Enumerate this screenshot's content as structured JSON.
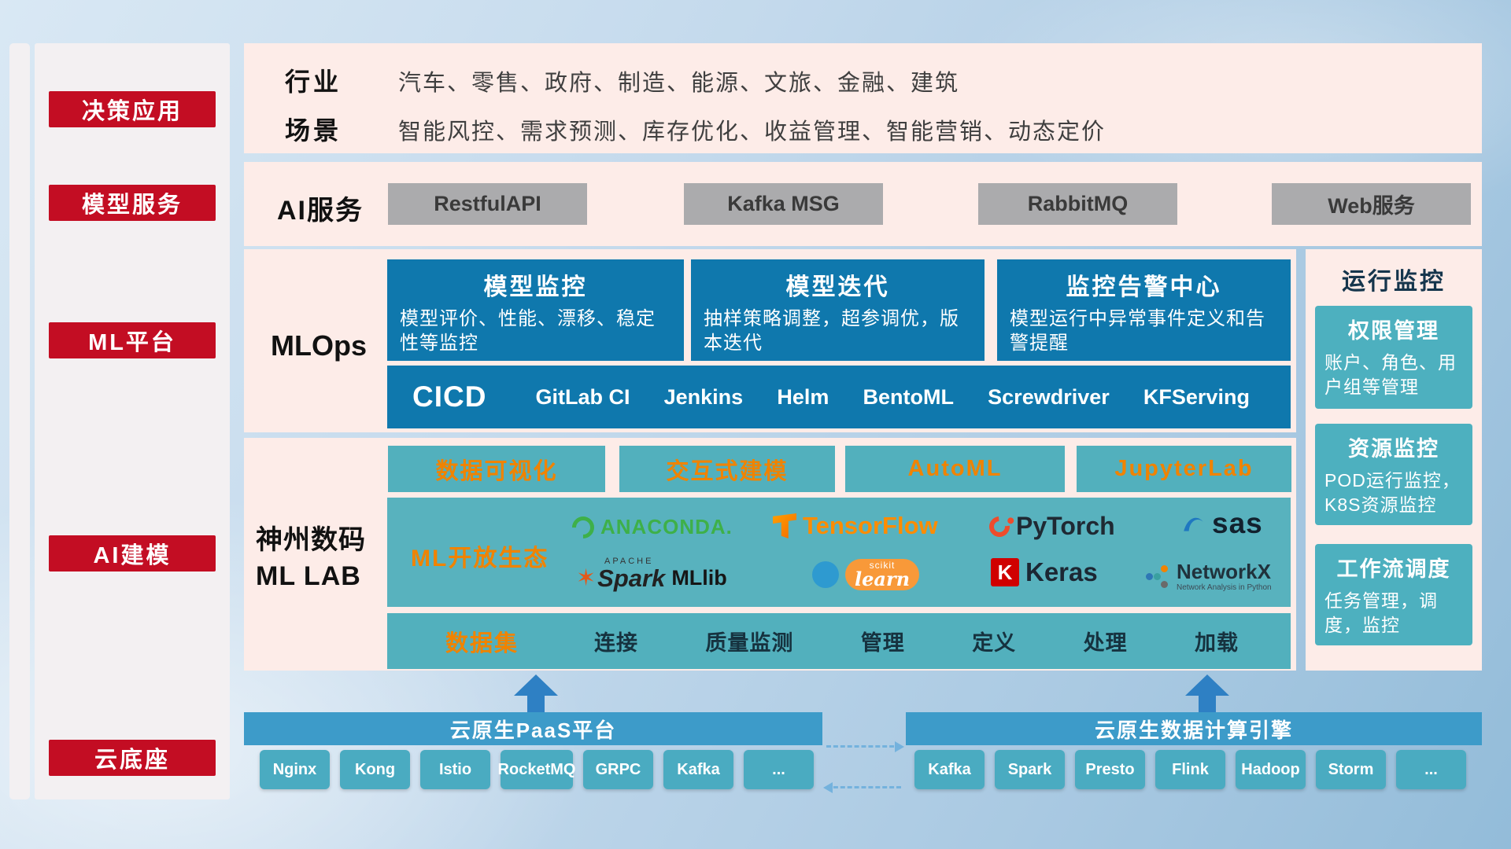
{
  "sidebar": {
    "items": [
      "决策应用",
      "模型服务",
      "ML平台",
      "AI建模",
      "云底座"
    ]
  },
  "industry": {
    "label1": "行业",
    "text1": "汽车、零售、政府、制造、能源、文旅、金融、建筑",
    "label2": "场景",
    "text2": "智能风控、需求预测、库存优化、收益管理、智能营销、动态定价"
  },
  "ai_service": {
    "label": "AI服务",
    "buttons": [
      "RestfulAPI",
      "Kafka MSG",
      "RabbitMQ",
      "Web服务"
    ]
  },
  "mlops": {
    "label": "MLOps",
    "cards": [
      {
        "title": "模型监控",
        "desc": "模型评价、性能、漂移、稳定性等监控"
      },
      {
        "title": "模型迭代",
        "desc": "抽样策略调整，超参调优，版本迭代"
      },
      {
        "title": "监控告警中心",
        "desc": "模型运行中异常事件定义和告警提醒"
      }
    ],
    "cicd_label": "CICD",
    "cicd_items": [
      "GitLab CI",
      "Jenkins",
      "Helm",
      "BentoML",
      "Screwdriver",
      "KFServing"
    ]
  },
  "mllab": {
    "label_line1": "神州数码",
    "label_line2": "ML LAB",
    "tools": [
      "数据可视化",
      "交互式建模",
      "AutoML",
      "JupyterLab"
    ],
    "ecosystem_label": "ML开放生态",
    "dataset_label": "数据集",
    "dataset_items": [
      "连接",
      "质量监测",
      "管理",
      "定义",
      "处理",
      "加载"
    ]
  },
  "logos": {
    "anaconda": "ANACONDA.",
    "tensorflow": "TensorFlow",
    "pytorch": "PyTorch",
    "sas": "sas",
    "apache": "APACHE",
    "spark": "Spark",
    "mllib": "MLlib",
    "scikit_top": "scikit",
    "scikit_learn": "learn",
    "keras_k": "K",
    "keras": "Keras",
    "networkx": "NetworkX",
    "networkx_sub": "Network Analysis in Python"
  },
  "icons": {
    "spark_star": "✶"
  },
  "monitor": {
    "title": "运行监控",
    "cards": [
      {
        "title": "权限管理",
        "desc": "账户、角色、用户组等管理"
      },
      {
        "title": "资源监控",
        "desc": "POD运行监控，K8S资源监控"
      },
      {
        "title": "工作流调度",
        "desc": "任务管理，调度，监控"
      }
    ]
  },
  "bottom": {
    "paas": {
      "title": "云原生PaaS平台",
      "chips": [
        "Nginx",
        "Kong",
        "Istio",
        "RocketMQ",
        "GRPC",
        "Kafka",
        "..."
      ]
    },
    "engine": {
      "title": "云原生数据计算引擎",
      "chips": [
        "Kafka",
        "Spark",
        "Presto",
        "Flink",
        "Hadoop",
        "Storm",
        "..."
      ]
    }
  },
  "colors": {
    "sidebar_red": "#c30d23",
    "panel_pink": "#fdece8",
    "card_blue": "#0f78ad",
    "teal": "#52b0bd",
    "orange_accent": "#f08300",
    "header_blue": "#3d9bc9",
    "chip_teal": "#4aabc1",
    "arrow_blue": "#2e80c4"
  }
}
